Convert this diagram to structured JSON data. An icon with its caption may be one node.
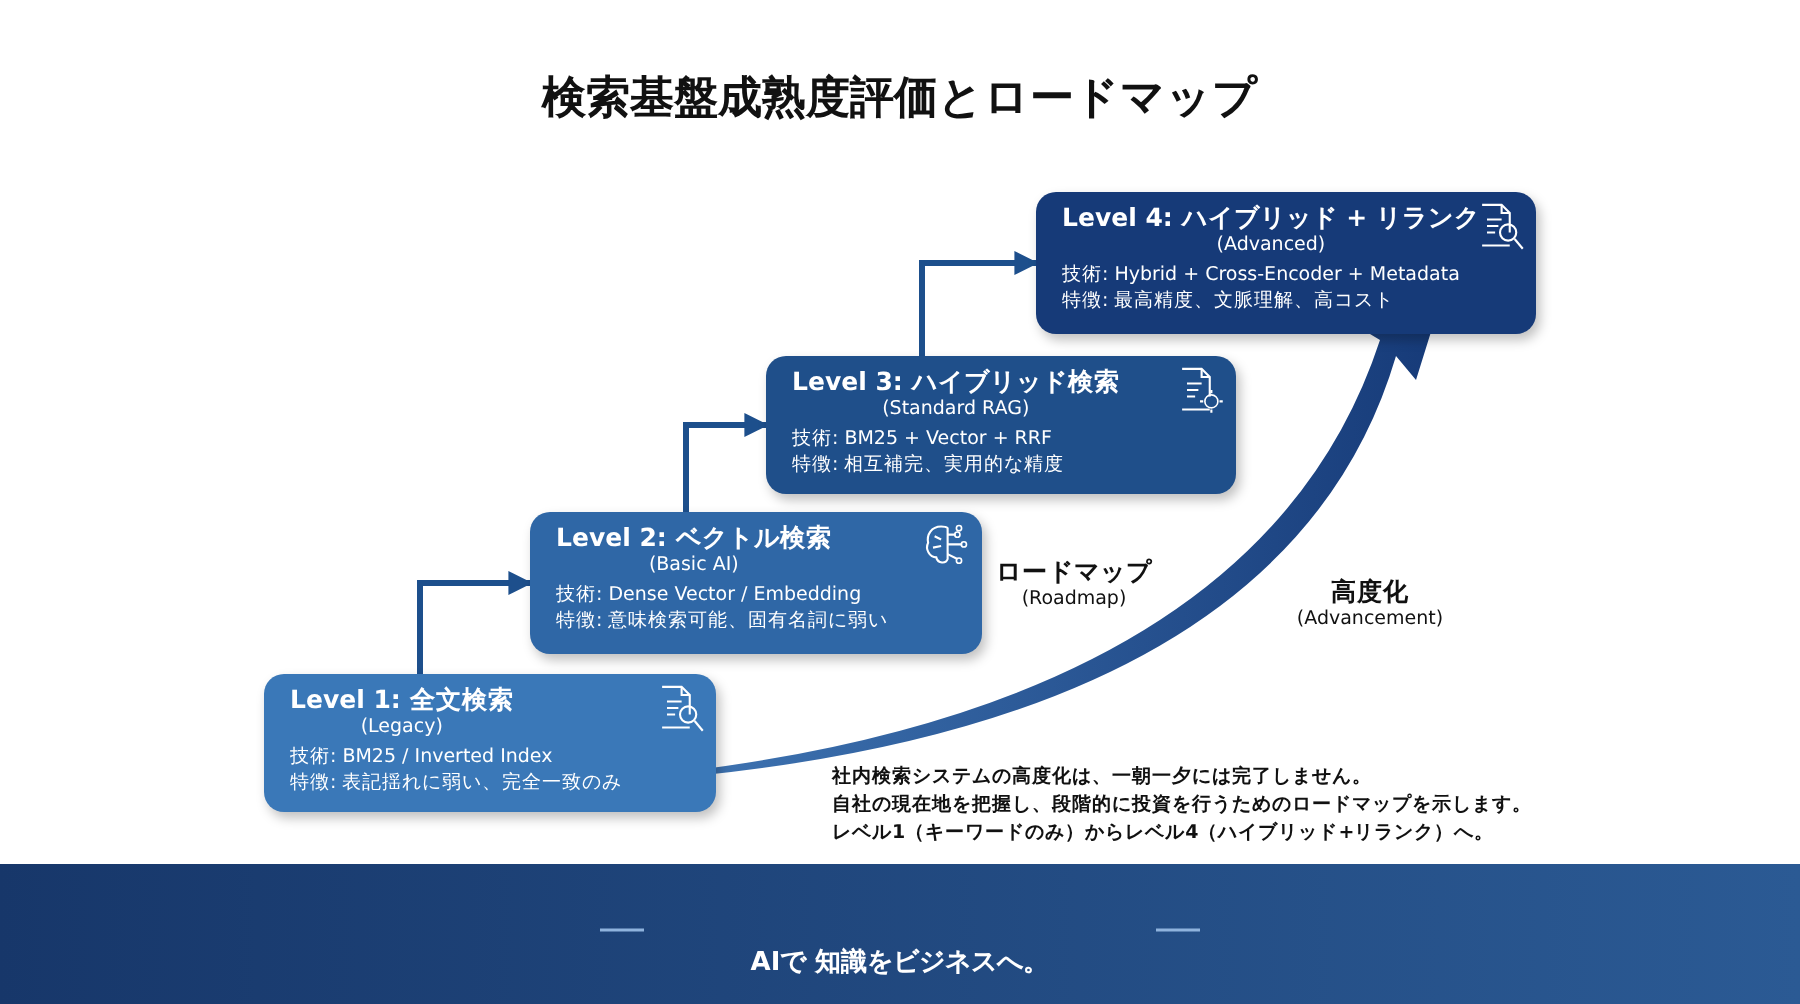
{
  "diagram": {
    "title": "検索基盤成熟度評価とロードマップ",
    "nodes": [
      {
        "text": [
          "Level 1: 全文検索",
          "(Legacy)",
          "技術: BM25 / Inverted Index",
          "特徴: 表記揺れに弱い、完全一致のみ"
        ]
      },
      {
        "text": [
          "Level 2: ベクトル検索",
          "(Basic AI)",
          "技術: Dense Vector / Embedding",
          "特徴: 意味検索可能、固有名詞に弱い"
        ]
      },
      {
        "text": [
          "Level 3: ハイブリッド検索",
          "(Standard RAG)",
          "技術: BM25 + Vector + RRF",
          "特徴: 相互補完、実用的な精度"
        ]
      },
      {
        "text": [
          "Level 4: ハイブリッド + リランク",
          "(Advanced)",
          "技術: Hybrid + Cross-Encoder + Metadata",
          "特徴: 最高精度、文脈理解、高コスト"
        ]
      }
    ],
    "edges": [
      {
        "from": 0,
        "to": 1,
        "arrow": "to"
      },
      {
        "from": 1,
        "to": 2,
        "arrow": "to"
      },
      {
        "from": 2,
        "to": 3,
        "arrow": "to"
      }
    ],
    "labels": [
      "ロードマップ",
      "(Roadmap)",
      "高度化",
      "(Advancement)",
      "社内検索システムの高度化は、一朝一夕には完了しません。",
      "自社の現在地を把握し、段階的に投資を行うためのロードマップを示します。",
      "レベル1（キーワードのみ）からレベル4（ハイブリッド+リランク）へ。",
      "AIで 知識をビジネスへ。"
    ]
  }
}
